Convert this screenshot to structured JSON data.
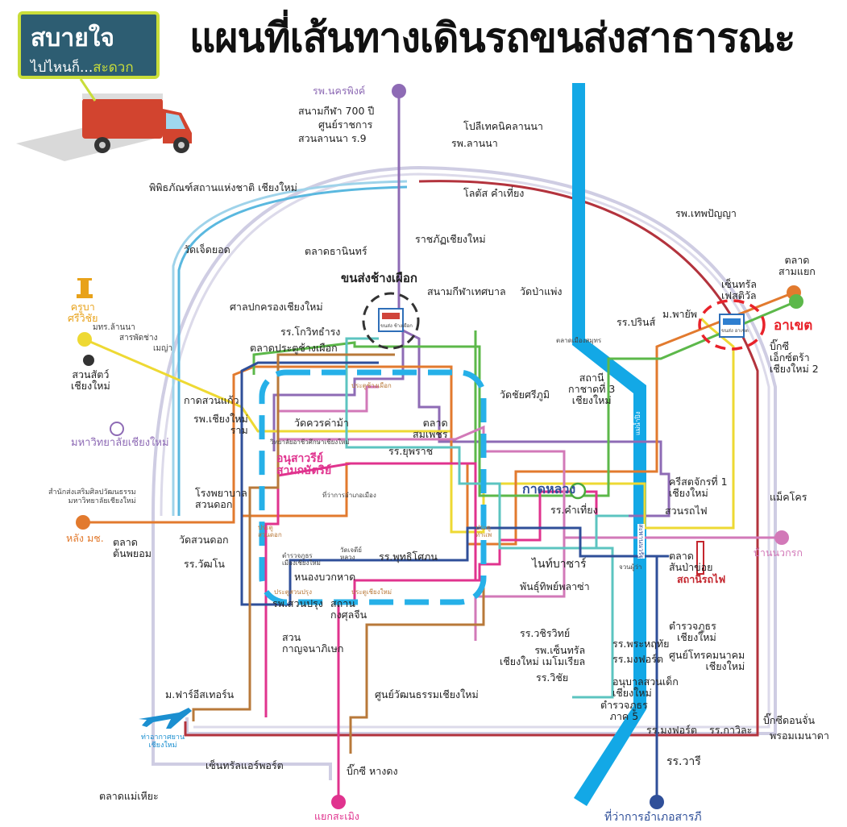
{
  "header": {
    "title": "แผนที่เส้นทางเดินรถขนส่งสาธารณะ",
    "logo_line1": "สบายใจ",
    "logo_line2a": "ไปไหนก็...",
    "logo_line2b": "สะดวก"
  },
  "colors": {
    "purple": "#8e6bb5",
    "red": "#b3333d",
    "lightblue": "#5ab8df",
    "river": "#13a8e6",
    "orange": "#e27a2e",
    "green": "#5cb84a",
    "yellow": "#eed933",
    "magenta": "#e0338e",
    "pink": "#d279b8",
    "teal": "#5cc4c0",
    "navy": "#2f4f99",
    "brown": "#b8793a",
    "lavender": "#cfcde3"
  },
  "terminals": {
    "nakornping": "รพ.นครพิงค์",
    "kruba": "ครูบา\nศรีวิชัย",
    "cmu": "มหาวิทยาลัยเชียงใหม่",
    "lang_mor": "หลัง มช.",
    "ban_nawakarak": "บ้านนวกรก",
    "san_kamphaeng_market": "ตลาด\nสามแยก",
    "yaek_sameng": "แยกสะเมิง",
    "saraphi_office": "ที่ว่าการอำเภอสารภี",
    "airport": "ท่าอากาศยาน\nเชียงใหม่"
  },
  "stations": {
    "chang_phuak": "ขนส่งช้างเผือก",
    "chang_phuak_icon": "ขนส่ง ช้างเผือก",
    "arcade": "อาเขต",
    "arcade_icon": "ขนส่ง อาเขต",
    "kad_luang": "กาดหลวง",
    "three_kings": "อนุสาวรีย์\nสามกษัตริย์",
    "railway": "สถานีรถไฟ"
  },
  "stops": {
    "s700": "สนามกีฬา 700 ปี",
    "govcenter": "ศูนย์ราชการ",
    "suanlanna": "สวนลานนา ร.9",
    "polytech": "โปลีเทคนิคลานนา",
    "rp_lanna": "รพ.ลานนา",
    "museum": "พิพิธภัณฑ์สถานแห่งชาติ เชียงใหม่",
    "lotus": "โลตัส คำเที่ยง",
    "theppanya": "รพ.เทพปัญญา",
    "jedyod": "วัดเจ็ดยอด",
    "thanin": "ตลาดธานินทร์",
    "rajabhat": "ราชภัฏเชียงใหม่",
    "stadium": "สนามกีฬาเทศบาล",
    "papaeng": "วัดป่าแพ่ง",
    "central_fest": "เซ็นทรัล\nเฟสติวัล",
    "admin_court": "ศาลปกครองเชียงใหม่",
    "rmutl": "มทร.ล้านนา",
    "sarapat": "สารพัดช่าง",
    "maya": "เมญ่า",
    "kowit": "รร.โกวิทธำรง",
    "chang_phuak_market": "ตลาดประตูช้างเผือก",
    "prince": "รร.ปรินส์",
    "payap": "ม.พายัพ",
    "bigc_extra": "บิ๊กซี\nเอ็กซ์ตร้า\nเชียงใหม่ 2",
    "zoo": "สวนสัตว์\nเชียงใหม่",
    "kachad": "สถานี\nกาชาดที่ 3\nเชียงใหม่",
    "chaisiphum": "วัดชัยศรีภูมิ",
    "muang_market": "ตลาดเมืองสมุทร",
    "kad_suan_kaew": "กาดสวนแก้ว",
    "ram": "รพ.เชียงใหม่\nราม",
    "khuanKhama": "วัดควรค่าม้า",
    "somphet": "ตลาด\nสมเพชร",
    "vocational": "วิทยาลัยอาชีวศึกษาเชียงใหม่",
    "yupparaj": "รร.ยุพราช",
    "district_office": "ที่ว่าการอำเภอเมือง",
    "art_center": "สำนักส่งเสริมศิลปวัฒนธรรม\nมหาวิทยาลัยเชียงใหม่",
    "suandok_hosp": "โรงพยาบาล\nสวนดอก",
    "khamthiang": "รร.คำเที่ยง",
    "church": "ครีสตจักรที่ 1\nเชียงใหม่",
    "makro": "แม็คโคร",
    "rot_fai_park": "สวนรถไฟ",
    "tonpayom": "ตลาด\nต้นพยอม",
    "suandok_temple": "วัดสวนดอก",
    "wattano": "รร.วัฒโน",
    "chedi_luang": "วัดเจดีย์\nหลวง",
    "police_muang": "ตำรวจภูธร\nเมืองเชียงใหม่",
    "buddhisophon": "รร.พุทธิโศภน",
    "night_bazaar": "ไนท์บาซาร์",
    "sanpakoi": "ตลาด\nสันป่าข่อย",
    "governor": "จวนผู้ว่า",
    "nongbuak": "หนองบวกหาด",
    "pantip": "พันธุ์ทิพย์พลาซ่า",
    "suanprung": "รพ.สวนปรุง",
    "consulate": "สถาน\nกงศุลจีน",
    "kanchana": "สวน\nกาญจนาภิเษก",
    "police_cm": "ตำรวจภูธร\nเชียงใหม่",
    "telecom": "ศูนย์โทรคมนาคม\nเชียงใหม่",
    "wachirawit": "รร.วชิรวิทย์",
    "memorial": "รพ.เซ็นทรัล\nเชียงใหม่ เมโมเรียล",
    "wichai": "รร.วิชัย",
    "phrahruthai": "รร.พระหฤทัย",
    "montfort": "รร.มงฟอร์ต",
    "kindergarten": "อนุบาลสวนเด็ก\nเชียงใหม่",
    "fareastern": "ม.ฟาร์อีสเทอร์น",
    "culture_center": "ศูนย์วัฒนธรรมเชียงใหม่",
    "police_region5": "ตำรวจภูธร\nภาค 5",
    "bigc_donchan": "บิ๊กซีดอนจั่น",
    "montfort2": "รร.มงฟอร์ต",
    "kawila": "รร.กาวิละ",
    "phrom": "พรอมเมนาดา",
    "wari": "รร.วารี",
    "central_airport": "เซ็นทรัลแอร์พอร์ต",
    "bigc_hangdong": "บิ๊กซี หางดง",
    "maehia": "ตลาดแม่เหียะ",
    "chang_phuak_gate": "ประตูช้างเผือก",
    "tha_phae_gate": "ประตู\nท่าแพ",
    "suan_dok_gate": "ประตู\nสวนดอก",
    "chiang_mai_gate": "ประตูเชียงใหม่",
    "saen_prung_gate": "ประตูสวนปรุง",
    "ping_river": "แม่น้ำปิง",
    "nawarat_bridge": "สะพานนวรัฐ"
  }
}
